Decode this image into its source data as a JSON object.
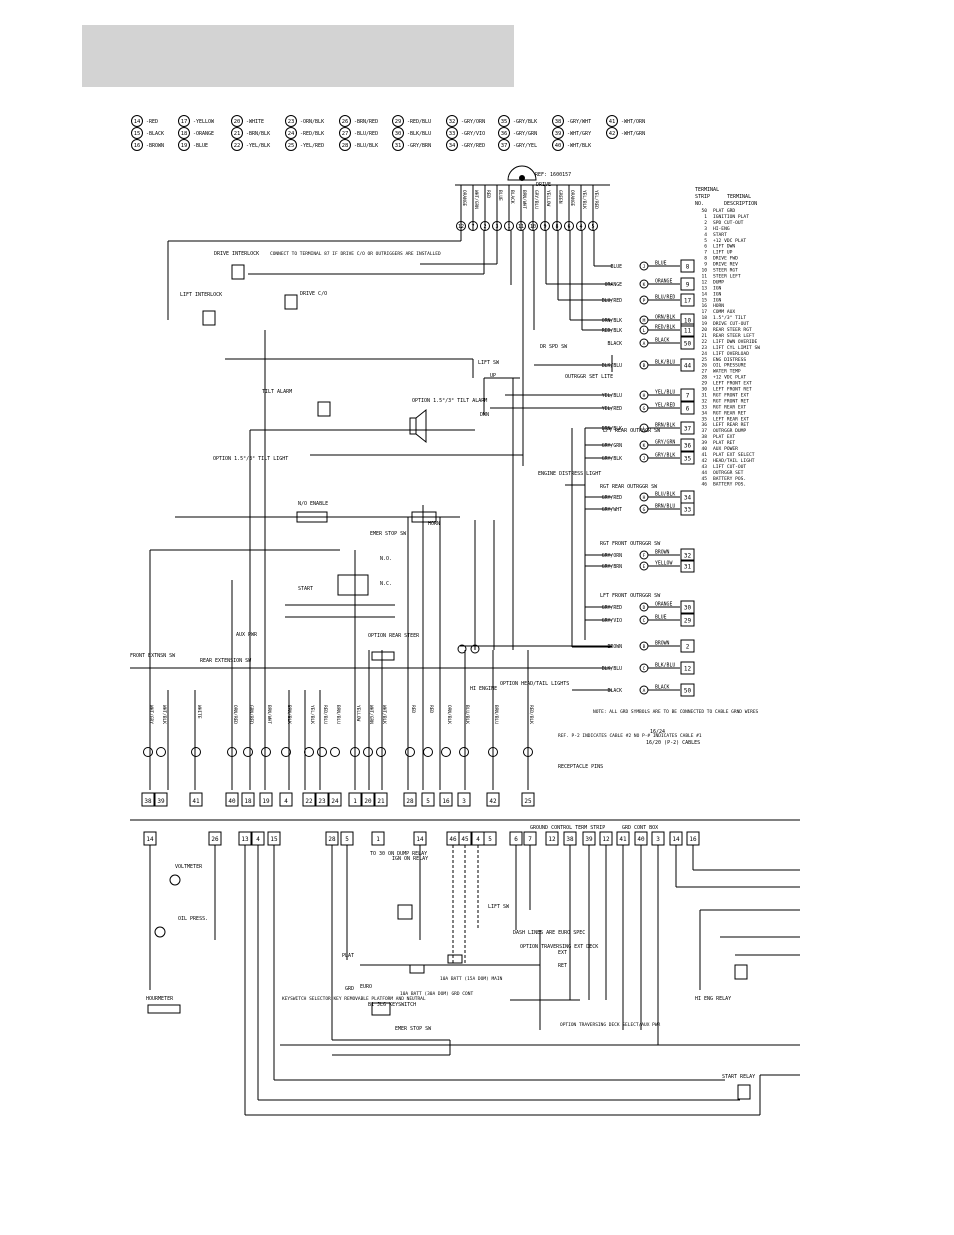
{
  "legend": {
    "col1": [
      {
        "n": "14",
        "c": "-RED"
      },
      {
        "n": "15",
        "c": "-BLACK"
      },
      {
        "n": "16",
        "c": "-BROWN"
      }
    ],
    "col2": [
      {
        "n": "17",
        "c": "-YELLOW"
      },
      {
        "n": "18",
        "c": "-ORANGE"
      },
      {
        "n": "19",
        "c": "-BLUE"
      }
    ],
    "col3": [
      {
        "n": "20",
        "c": "-WHITE"
      },
      {
        "n": "21",
        "c": "-BRN/BLK"
      },
      {
        "n": "22",
        "c": "-YEL/BLK"
      }
    ],
    "col4": [
      {
        "n": "23",
        "c": "-ORN/BLK"
      },
      {
        "n": "24",
        "c": "-RED/BLK"
      },
      {
        "n": "25",
        "c": "-YEL/RED"
      }
    ],
    "col5": [
      {
        "n": "26",
        "c": "-BRN/RED"
      },
      {
        "n": "27",
        "c": "-BLU/RED"
      },
      {
        "n": "28",
        "c": "-BLU/BLK"
      }
    ],
    "col6": [
      {
        "n": "29",
        "c": "-RED/BLU"
      },
      {
        "n": "30",
        "c": "-BLK/BLU"
      },
      {
        "n": "31",
        "c": "-GRY/BRN"
      }
    ],
    "col7": [
      {
        "n": "32",
        "c": "-GRY/ORN"
      },
      {
        "n": "33",
        "c": "-GRY/VIO"
      },
      {
        "n": "34",
        "c": "-GRY/RED"
      }
    ],
    "col8": [
      {
        "n": "35",
        "c": "-GRY/BLK"
      },
      {
        "n": "36",
        "c": "-GRY/GRN"
      },
      {
        "n": "37",
        "c": "-GRY/YEL"
      }
    ],
    "col9": [
      {
        "n": "38",
        "c": "-GRY/WHT"
      },
      {
        "n": "39",
        "c": "-WHT/GRY"
      },
      {
        "n": "40",
        "c": "-WHT/BLK"
      }
    ],
    "col10": [
      {
        "n": "41",
        "c": "-WHT/ORN"
      },
      {
        "n": "42",
        "c": "-WHT/GRN"
      }
    ]
  },
  "top": {
    "ref": "REF: 1600157",
    "drive": "DRIVE",
    "drive_wires": [
      "ORANGE",
      "WHT/GRN",
      "RED",
      "BLUE",
      "BLACK",
      "BRN/WHT",
      "GRY/BLU",
      "YELLOW",
      "GREEN",
      "ORANGE",
      "YEL/BLK",
      "YEL/RED"
    ],
    "drive_pins": [
      "12",
      "7",
      "2",
      "3",
      "1",
      "11",
      "10",
      "9",
      "8",
      "6",
      "4",
      "5"
    ]
  },
  "terminal_strip": {
    "header1": "TERMINAL",
    "header2": "STRIP",
    "header3": "NO.",
    "header4": "TERMINAL",
    "header5": "DESCRIPTION",
    "rows": [
      {
        "no": "50",
        "d": "PLAT GRD"
      },
      {
        "no": "1",
        "d": "IGNITION PLAT"
      },
      {
        "no": "2",
        "d": "SPD CUT-OUT"
      },
      {
        "no": "3",
        "d": "HI-ENG"
      },
      {
        "no": "4",
        "d": "START"
      },
      {
        "no": "5",
        "d": "+12 VDC PLAT"
      },
      {
        "no": "6",
        "d": "LIFT DWN"
      },
      {
        "no": "7",
        "d": "LIFT UP"
      },
      {
        "no": "8",
        "d": "DRIVE FWD"
      },
      {
        "no": "9",
        "d": "DRIVE REV"
      },
      {
        "no": "10",
        "d": "STEER RGT"
      },
      {
        "no": "11",
        "d": "STEER LEFT"
      },
      {
        "no": "12",
        "d": "DUMP"
      },
      {
        "no": "13",
        "d": "IGN"
      },
      {
        "no": "14",
        "d": "IGN"
      },
      {
        "no": "15",
        "d": "IGN"
      },
      {
        "no": "16",
        "d": "HORN"
      },
      {
        "no": "17",
        "d": "COMM AUX"
      },
      {
        "no": "18",
        "d": "1.5°/3° TILT"
      },
      {
        "no": "19",
        "d": "DRIVE CUT-OUT"
      },
      {
        "no": "20",
        "d": "REAR STEER RGT"
      },
      {
        "no": "21",
        "d": "REAR STEER LEFT"
      },
      {
        "no": "22",
        "d": "LIFT DWN OVERIDE"
      },
      {
        "no": "23",
        "d": "LIFT CYL LIMIT SW"
      },
      {
        "no": "24",
        "d": "LIFT OVERLOAD"
      },
      {
        "no": "25",
        "d": "ENG DISTRESS"
      },
      {
        "no": "26",
        "d": "OIL PRESSURE"
      },
      {
        "no": "27",
        "d": "WATER TEMP"
      },
      {
        "no": "28",
        "d": "+12 VDC PLAT"
      },
      {
        "no": "29",
        "d": "LEFT FRONT EXT"
      },
      {
        "no": "30",
        "d": "LEFT FRONT RET"
      },
      {
        "no": "31",
        "d": "RGT FRONT EXT"
      },
      {
        "no": "32",
        "d": "RGT FRONT RET"
      },
      {
        "no": "33",
        "d": "RGT REAR EXT"
      },
      {
        "no": "34",
        "d": "RGT REAR RET"
      },
      {
        "no": "35",
        "d": "LEFT REAR EXT"
      },
      {
        "no": "36",
        "d": "LEFT REAR RET"
      },
      {
        "no": "37",
        "d": "OUTRGGR DUMP"
      },
      {
        "no": "38",
        "d": "PLAT EXT"
      },
      {
        "no": "39",
        "d": "PLAT RET"
      },
      {
        "no": "40",
        "d": "AUX POWER"
      },
      {
        "no": "41",
        "d": "PLAT EXT SELECT"
      },
      {
        "no": "42",
        "d": "HEAD/TAIL LIGHT"
      },
      {
        "no": "43",
        "d": "LIFT CUT-OUT"
      },
      {
        "no": "44",
        "d": "OUTRGGR SET"
      },
      {
        "no": "45",
        "d": "BATTERY POS."
      },
      {
        "no": "46",
        "d": "BATTERY POS."
      }
    ]
  },
  "right_connections": [
    {
      "w": "BLUE",
      "p": "J",
      "w2": "BLUE",
      "t": "8"
    },
    {
      "w": "ORANGE",
      "p": "K",
      "w2": "ORANGE",
      "t": "9"
    },
    {
      "w": "BLU/RED",
      "p": "P",
      "w2": "BLU/RED",
      "t": "17"
    },
    {
      "w": "ORN/BLK",
      "p": "M",
      "w2": "ORN/BLK",
      "t": "10"
    },
    {
      "w": "RED/BLK",
      "p": "L",
      "w2": "RED/BLK",
      "t": "11"
    },
    {
      "w": "BLACK",
      "p": "A",
      "w2": "BLACK",
      "t": "50"
    },
    {
      "w": "BLK/BLU",
      "p": "B",
      "w2": "BLK/BLU",
      "t": "44"
    },
    {
      "w": "YEL/BLU",
      "p": "H",
      "w2": "YEL/BLU",
      "t": "7"
    },
    {
      "w": "YEL/RED",
      "p": "G",
      "w2": "YEL/RED",
      "t": "6"
    },
    {
      "w": "BRN/BLK",
      "p": "L",
      "w2": "BRN/BLK",
      "t": "37"
    },
    {
      "w": "GRY/GRN",
      "p": "K",
      "w2": "GRY/GRN",
      "t": "36"
    },
    {
      "w": "GRY/BLK",
      "p": "J",
      "w2": "GRY/BLK",
      "t": "35"
    },
    {
      "w": "GRY/RED",
      "p": "H",
      "w2": "BLU/BLK",
      "t": "34"
    },
    {
      "w": "GRY/WHT",
      "p": "G",
      "w2": "BRN/BLU",
      "t": "33"
    },
    {
      "w": "GRY/ORN",
      "p": "F",
      "w2": "BROWN",
      "t": "32"
    },
    {
      "w": "GRY/BRN",
      "p": "E",
      "w2": "YELLOW",
      "t": "31"
    },
    {
      "w": "GRY/RED",
      "p": "D",
      "w2": "ORANGE",
      "t": "30"
    },
    {
      "w": "GRY/VIO",
      "p": "C",
      "w2": "BLUE",
      "t": "29"
    },
    {
      "w": "BROWN",
      "p": "B",
      "w2": "BROWN",
      "t": "2"
    },
    {
      "w": "BLK/BLU",
      "p": "C",
      "w2": "BLK/BLU",
      "t": "12"
    },
    {
      "w": "BLACK",
      "p": "A",
      "w2": "BLACK",
      "t": "50"
    }
  ],
  "labels": {
    "drive_interlock": "DRIVE INTERLOCK",
    "lift_interlock": "LIFT INTERLOCK",
    "connect_note": "CONNECT TO TERMINAL 87 IF DRIVE C/O OR OUTRIGGERS ARE INSTALLED",
    "drive_co": "DRIVE C/O",
    "tilt_alarm": "TILT ALARM",
    "option_tilt_alarm": "OPTION 1.5°/3° TILT ALARM",
    "option_tilt_light": "OPTION 1.5°/3° TILT LIGHT",
    "lift_sw": "LIFT SW",
    "up": "UP",
    "dwn": "DWN",
    "dr_spd_sw": "DR SPD SW",
    "outrggr_set_lite": "OUTRGGR SET LITE",
    "lft_rear_outrggr": "LFT REAR OUTRGGR SW",
    "engine_distress": "ENGINE DISTRESS LIGHT",
    "rgt_rear_outrggr": "RGT REAR OUTRGGR SW",
    "rgt_front_outrggr": "RGT FRONT OUTRGGR SW",
    "lft_front_outrggr": "LFT FRONT OUTRGGR SW",
    "enable": "N/O ENABLE",
    "horn": "HORN",
    "emer_stop": "EMER STOP SW",
    "no": "N.O.",
    "nc": "N.C.",
    "start": "START",
    "option_rear_steer": "OPTION REAR STEER",
    "aux_pwr": "AUX PWR",
    "rear_extension": "REAR EXTENSION SW",
    "front_extension": "FRONT EXTNSN SW",
    "hi_engine": "HI ENGINE",
    "option_lights": "OPTION HEAD/TAIL LIGHTS",
    "note": "NOTE: ALL GRD SYMBOLS ARE TO BE CONNECTED TO CABLE GRND WIRES",
    "ref_p2": "REF. P-2 INDICATES CABLE #2 NO P-# INDICATES CABLE #1",
    "receptacle_pins": "RECEPTACLE PINS",
    "cables_1624": "16/24",
    "cables_1620": "16/20 (P-2) CABLES",
    "ground_control": "GROUND CONTROL TERM STRIP",
    "grd_cont_box": "GRD CONT BOX",
    "voltmeter": "VOLTMETER",
    "oil_press": "OIL PRESS.",
    "hourmeter": "HOURMETER",
    "ign_on_relay": "IGN ON RELAY",
    "dump_relay": "TO 30 ON DUMP RELAY",
    "keyswitch_selector": "KEYSWITCH SELECTOR KEY REMOVABLE PLATFORM AND NEUTRAL",
    "keyswitch": "B1 JLG KEYSWITCH",
    "plat": "PLAT",
    "grd": "GRD",
    "euro": "EURO",
    "fuse_grd": "10A BATT (30A DOM) GRD CONT",
    "fuse_main": "10A BATT (15A DOM) MAIN",
    "dash_lines": "DASH LINES ARE EURO SPEC",
    "option_traversing": "OPTION TRAVERSING EXT DECK",
    "option_traversing2": "OPTION TRAVERSING DECK SELECT/AUX PWR",
    "hi_eng_relay": "HI ENG RELAY",
    "start_relay": "START RELAY",
    "lift_sw2": "LIFT SW",
    "emer_stop2": "EMER STOP SW",
    "ret": "RET",
    "ext": "EXT"
  },
  "bottom_terminals": [
    "38",
    "39",
    "41",
    "40",
    "18",
    "19",
    "4",
    "22",
    "23",
    "24",
    "1",
    "20",
    "21",
    "28",
    "5",
    "16",
    "3",
    "42",
    "25"
  ],
  "ground_terminals": [
    "14",
    "26",
    "13",
    "4",
    "15",
    "28",
    "5",
    "1",
    "14",
    "46",
    "45",
    "4",
    "5",
    "6",
    "7",
    "12",
    "38",
    "39",
    "12",
    "41",
    "40",
    "3",
    "14",
    "16"
  ],
  "bottom_wires": [
    "WHT/GRY",
    "WHT/BLK",
    "WHITE",
    "ORN/RED",
    "GRN/RED",
    "BRN/WHT",
    "BRN/BLK",
    "YEL/BLK",
    "RED/BLU",
    "BRN/BLU",
    "YELLOW",
    "WHT/GRN",
    "WHT/BLK",
    "RED",
    "RED",
    "ORN/BLK",
    "BLU/BLK",
    "BRN/BLU",
    "RED/BLK"
  ]
}
